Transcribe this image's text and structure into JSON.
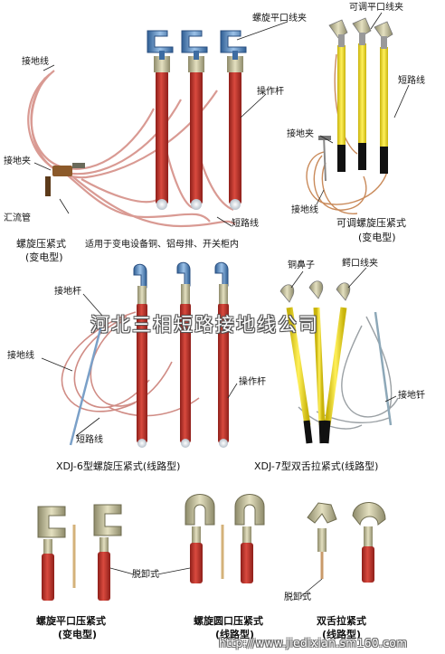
{
  "labels": {
    "ground_wire_tl": "接地线",
    "spiral_flat_clamp": "螺旋平口线夹",
    "adjustable_flat_clamp": "可调平口线夹",
    "short_wire_tr": "短路线",
    "operating_rod_tl": "操作杆",
    "ground_clamp_tl": "接地夹",
    "ground_clamp_tr": "接地夹",
    "manifold": "汇流管",
    "ground_wire_tr": "接地线",
    "short_wire_tl": "短路线",
    "ground_rod_ml": "接地杆",
    "copper_nose": "铜鼻子",
    "crocodile_clamp": "鳄口线夹",
    "ground_wire_ml": "接地线",
    "operating_rod_ml": "操作杆",
    "short_wire_ml": "短路线",
    "ground_pin_mr": "接地钎",
    "detach_a": "脱卸式",
    "detach_b": "脱卸式"
  },
  "captions": {
    "tl_title": "螺旋压紧式",
    "tl_sub": "(变电型)",
    "tl_note": "适用于变电设备铜、铝母排、开关柜内",
    "tr_title": "可调螺旋压紧式",
    "tr_sub": "(变电型)",
    "ml": "XDJ-6型螺旋压紧式(线路型)",
    "mr": "XDJ-7型双舌拉紧式(线路型)",
    "b1_title": "螺旋平口压紧式",
    "b1_sub": "(变电型)",
    "b2_title": "螺旋圆口压紧式",
    "b2_sub": "(线路型)",
    "b3_title": "双舌拉紧式",
    "b3_sub": "(线路型)"
  },
  "watermark": "河北三相短路接地线公司",
  "url": "http://www.jiedixian.sm160.com",
  "colors": {
    "red_rod": "#c8342c",
    "yellow_rod": "#f0e02a",
    "clamp_blue": "#5a86b8",
    "wire_pink": "#d98d86",
    "wire_copper": "#c98a5a",
    "metal": "#b9b48e"
  }
}
